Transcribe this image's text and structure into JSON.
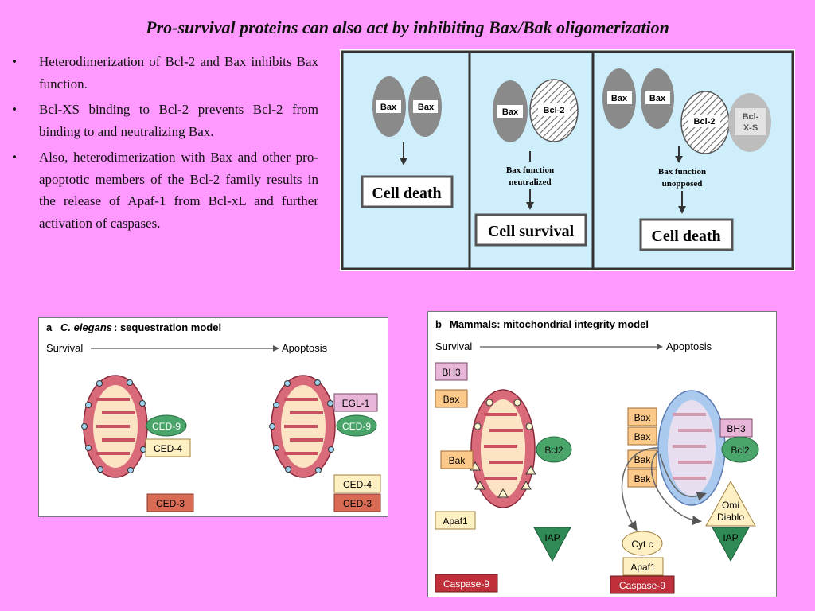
{
  "slide": {
    "title": "Pro-survival proteins can also act by inhibiting Bax/Bak oligomerization",
    "bullets": [
      "Heterodimerization of Bcl-2 and Bax inhibits Bax function.",
      "Bcl-XS binding to Bcl-2 prevents Bcl-2 from binding to and neutralizing Bax.",
      "Also, heterodimerization with Bax and other pro-apoptotic members of the Bcl-2 family results in the release of Apaf-1 from Bcl-xL and further activation of caspases."
    ]
  },
  "top_figure": {
    "panel1": {
      "prot1": "Bax",
      "prot2": "Bax",
      "outcome": "Cell death"
    },
    "panel2": {
      "prot1": "Bax",
      "prot2": "Bcl-2",
      "note_line1": "Bax function",
      "note_line2": "neutralized",
      "outcome": "Cell survival"
    },
    "panel3": {
      "prot1": "Bax",
      "prot2": "Bax",
      "prot3": "Bcl-2",
      "prot4_line1": "Bcl-",
      "prot4_line2": "X-S",
      "note_line1": "Bax function",
      "note_line2": "unopposed",
      "outcome": "Cell death"
    }
  },
  "figure_a": {
    "letter": "a",
    "organism": "C. elegans",
    "model": ": sequestration model",
    "survival": "Survival",
    "apoptosis": "Apoptosis",
    "left_ced9": "CED-9",
    "left_ced4": "CED-4",
    "left_ced3": "CED-3",
    "right_egl1": "EGL-1",
    "right_ced9": "CED-9",
    "right_ced4": "CED-4",
    "right_ced3": "CED-3"
  },
  "figure_b": {
    "letter": "b",
    "title": "Mammals: mitochondrial integrity model",
    "survival": "Survival",
    "apoptosis": "Apoptosis",
    "left_bh3": "BH3",
    "left_bax": "Bax",
    "left_bak": "Bak",
    "left_bcl2": "Bcl2",
    "left_apaf1": "Apaf1",
    "left_iap": "IAP",
    "left_caspase9": "Caspase-9",
    "right_bax1": "Bax",
    "right_bax2": "Bax",
    "right_bak1": "Bak",
    "right_bak2": "Bak",
    "right_bh3": "BH3",
    "right_bcl2": "Bcl2",
    "right_omi_line1": "Omi",
    "right_omi_line2": "Diablo",
    "right_iap": "IAP",
    "right_cytc": "Cyt c",
    "right_apaf1": "Apaf1",
    "right_caspase9": "Caspase-9"
  },
  "colors": {
    "background": "#ff99ff",
    "top_panel_bg": "#cfeefb",
    "mito_outer": "#d86a7a",
    "mito_inner": "#fbe3c3",
    "ced9_green": "#4aa56a",
    "ced4_yellow": "#fff0c4",
    "ced3_red": "#d96b55",
    "bh3_pink": "#e8b6d8",
    "bax_orange": "#fbc98a",
    "caspase_red": "#c0303a",
    "blue_mito": "#a9c9ee"
  }
}
